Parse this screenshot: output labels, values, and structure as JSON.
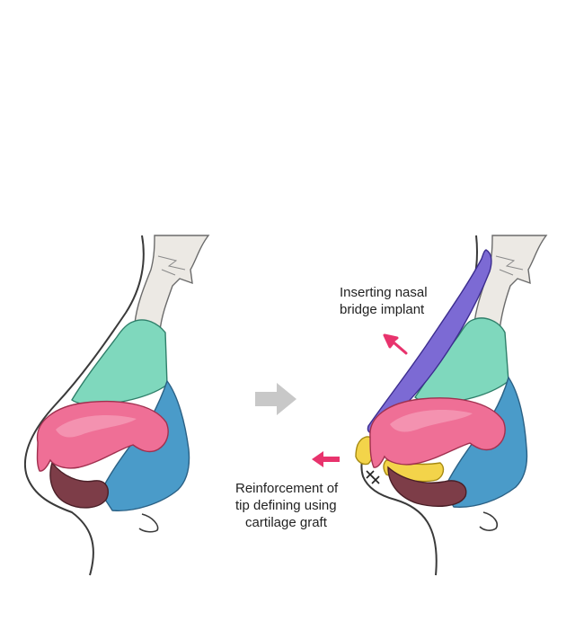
{
  "labels": {
    "implant_line1": "Inserting nasal",
    "implant_line2": "bridge implant",
    "graft_line1": "Reinforcement of",
    "graft_line2": "tip defining using",
    "graft_line3": "cartilage graft"
  },
  "colors": {
    "bone": "#ece9e4",
    "upper_cartilage": "#7fd8bd",
    "septum": "#4a9bc9",
    "lower_cartilage": "#ef6f96",
    "lower_cartilage_light": "#f59bb6",
    "tissue": "#7d3d48",
    "implant": "#7c6ad4",
    "graft": "#f3d44a",
    "arrow_accent": "#e8336d",
    "transition_arrow": "#c8c8c8",
    "outline": "#3a3a3a"
  },
  "icons": {
    "transition": "arrow-right-icon",
    "pointer": "arrow-icon",
    "suture": "cross-stitch-icon"
  }
}
